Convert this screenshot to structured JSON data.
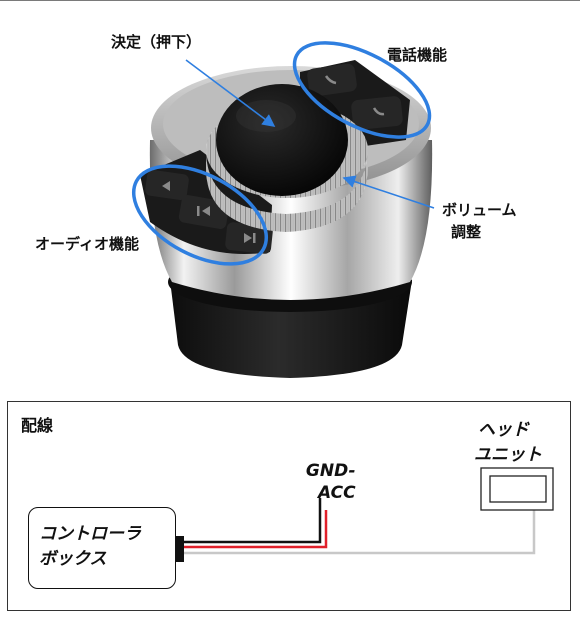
{
  "callouts": {
    "confirm": "決定（押下）",
    "phone": "電話機能",
    "volume_line1": "ボリューム",
    "volume_line2": "調整",
    "audio": "オーディオ機能"
  },
  "wiring": {
    "title": "配線",
    "control_box_line1": "コントローラ",
    "control_box_line2": "ボックス",
    "head_unit_line1": "ヘッド",
    "head_unit_line2": "ユニット",
    "gnd_line1": "GND-",
    "gnd_line2": "ACC"
  },
  "colors": {
    "highlight_ring": "#2f7fe0",
    "arrow": "#2f7fe0",
    "wire_red": "#e0202a",
    "wire_black": "#111111",
    "wire_gray": "#c8c8c8"
  }
}
